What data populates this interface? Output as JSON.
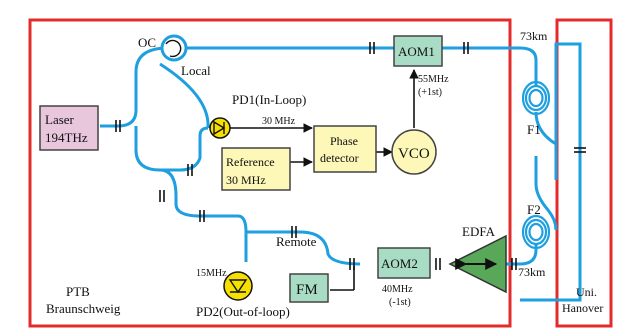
{
  "labels": {
    "oc": "OC",
    "local": "Local",
    "laser_line1": "Laser",
    "laser_line2": "194THz",
    "pd1": "PD1(In-Loop)",
    "pd1_freq": "30 MHz",
    "phase_line1": "Phase",
    "phase_line2": "detector",
    "reference_line1": "Reference",
    "reference_line2": "30 MHz",
    "vco": "VCO",
    "aom1": "AOM1",
    "aom1_freq": "55MHz",
    "aom1_order": "(+1st)",
    "fiber1_length": "73km",
    "fiber1_name": "F1",
    "fiber2_name": "F2",
    "fiber2_length": "73km",
    "remote": "Remote",
    "edfa": "EDFA",
    "aom2": "AOM2",
    "aom2_freq": "40MHz",
    "aom2_order": "(-1st)",
    "pd2_freq": "15MHz",
    "pd2": "PD2(Out-of-loop)",
    "fm": "FM",
    "ptb_line1": "PTB",
    "ptb_line2": "Braunschweig",
    "uni_line1": "Uni.",
    "uni_line2": "Hanover"
  },
  "colors": {
    "frame": "#e32b2b",
    "fiber": "#1e9fe0",
    "laser_fill": "#e8c6dc",
    "aom_fill": "#a9dcc4",
    "yellow_fill": "#fdf7b8",
    "detector_fill": "#f5e000",
    "edfa_fill": "#59a85a"
  }
}
